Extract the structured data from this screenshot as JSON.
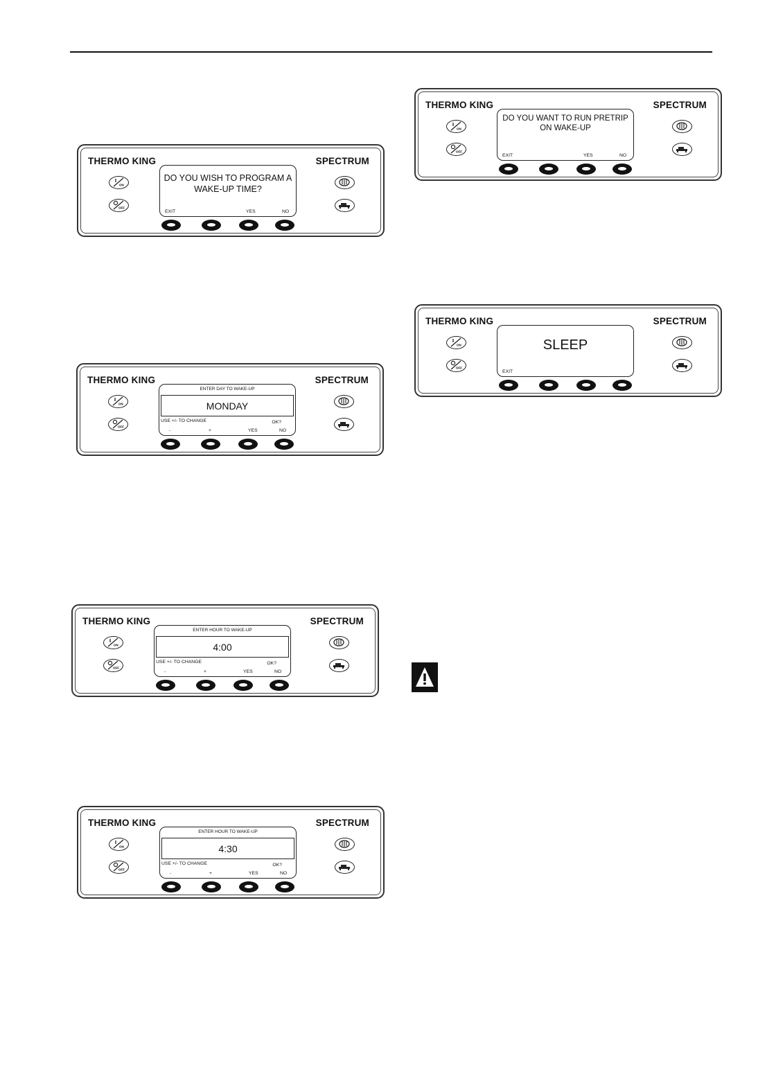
{
  "panels": [
    {
      "brand": "THERMO KING",
      "model": "SPECTRUM",
      "message": "DO YOU WISH TO PROGRAM A\nWAKE-UP TIME?",
      "soft_keys": [
        "EXIT",
        "",
        "YES",
        "NO"
      ]
    },
    {
      "brand": "THERMO KING",
      "model": "SPECTRUM",
      "header": "ENTER DAY TO WAKE-UP",
      "value": "MONDAY",
      "hint": "USE +/- TO CHANGE",
      "ok": "OK?",
      "soft_keys": [
        "-",
        "+",
        "YES",
        "NO"
      ]
    },
    {
      "brand": "THERMO KING",
      "model": "SPECTRUM",
      "header": "ENTER HOUR TO WAKE-UP",
      "value": "4:00",
      "hint": "USE +/- TO CHANGE",
      "ok": "OK?",
      "soft_keys": [
        "-",
        "+",
        "YES",
        "NO"
      ]
    },
    {
      "brand": "THERMO KING",
      "model": "SPECTRUM",
      "header": "ENTER HOUR TO WAKE-UP",
      "value": "4:30",
      "hint": "USE +/- TO CHANGE",
      "ok": "OK?",
      "soft_keys": [
        "-",
        "+",
        "YES",
        "NO"
      ]
    },
    {
      "brand": "THERMO KING",
      "model": "SPECTRUM",
      "message": "DO YOU WANT TO RUN PRETRIP\nON WAKE-UP",
      "soft_keys": [
        "EXIT",
        "",
        "YES",
        "NO"
      ]
    },
    {
      "brand": "THERMO KING",
      "model": "SPECTRUM",
      "message": "SLEEP",
      "soft_keys": [
        "EXIT",
        "",
        "",
        ""
      ]
    }
  ],
  "icons": {
    "on_key": "power-on-icon",
    "off_key": "power-off-icon",
    "right_top_key": "defrost-icon",
    "right_bottom_key": "sleep-mode-icon",
    "warning": "warning-icon"
  }
}
